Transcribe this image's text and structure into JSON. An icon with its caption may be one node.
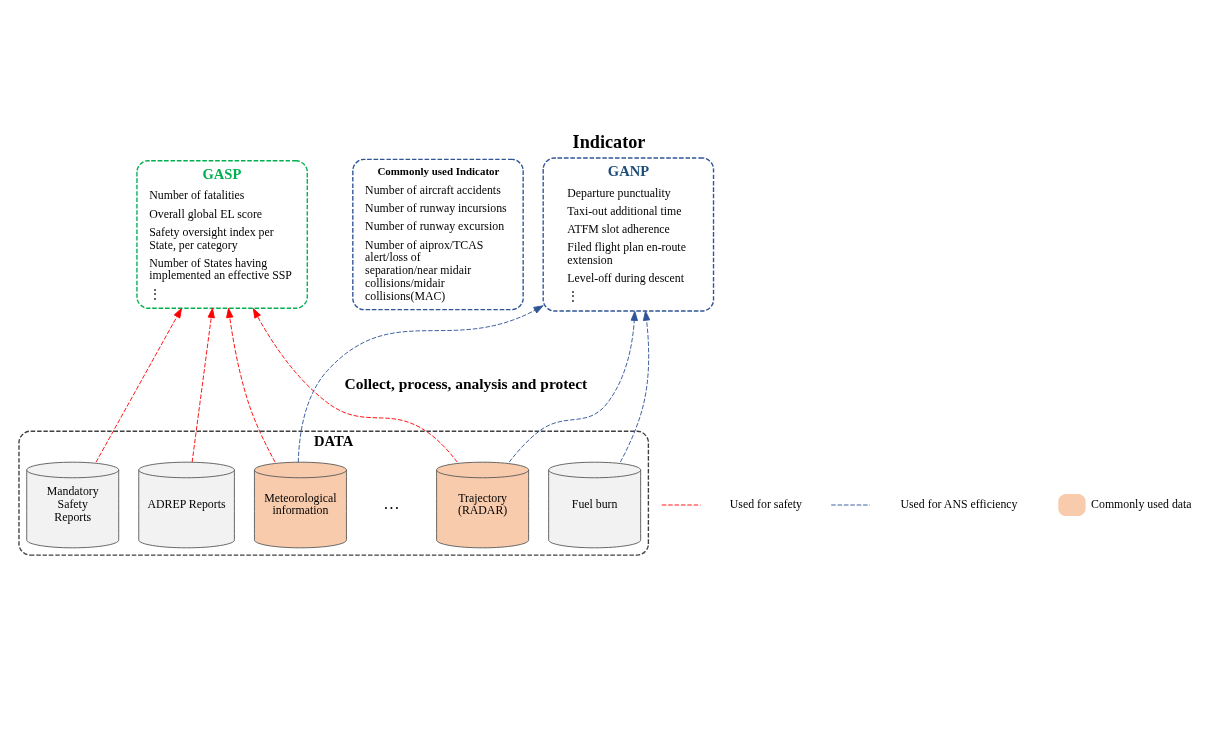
{
  "diagram": {
    "title": "Indicator",
    "nodes": [
      {
        "text": [
          "GASP",
          "Number of fatalities",
          "Overall global EL score",
          "Safety oversight index per State, per category",
          "Number of States having implemented an effective SSP",
          "⋮"
        ]
      },
      {
        "text": [
          "Commonly used Indicator",
          "Number of aircraft accidents",
          "Number of runway incursions",
          "Number of runway excursion",
          "Number of aiprox/TCAS alert/loss of separation/near midair collisions/midair collisions(MAC)"
        ]
      },
      {
        "text": [
          "GANP",
          "Departure punctuality",
          "Taxi-out additional time",
          "ATFM slot adherence",
          "Filed flight plan en-route extension",
          "Level-off during descent",
          "⋮"
        ]
      },
      {
        "text": [
          "DATA"
        ]
      },
      {
        "text": [
          "Mandatory Safety Reports"
        ],
        "in": 3
      },
      {
        "text": [
          "ADREP Reports"
        ],
        "in": 3
      },
      {
        "text": [
          "Trajectory (RADAR)"
        ],
        "in": 3
      },
      {
        "text": [
          "Meteorological information"
        ],
        "in": 3
      },
      {
        "text": [
          "Fuel burn"
        ],
        "in": 3
      }
    ],
    "edges": [
      {
        "from": 4,
        "to": 0,
        "arrow": "to",
        "style": "dashed",
        "color": "#ff0000"
      },
      {
        "from": 5,
        "to": 0,
        "arrow": "to",
        "style": "dashed",
        "color": "#ff0000"
      },
      {
        "from": 6,
        "to": 0,
        "arrow": "to",
        "style": "dashed",
        "color": "#ff0000"
      },
      {
        "from": 7,
        "to": 0,
        "arrow": "to",
        "style": "dashed",
        "color": "#ff0000"
      },
      {
        "from": 6,
        "to": 2,
        "arrow": "to",
        "style": "dashed",
        "color": "#2f5597"
      },
      {
        "from": 7,
        "to": 2,
        "arrow": "to",
        "style": "dashed",
        "color": "#2f5597"
      },
      {
        "from": 8,
        "to": 2,
        "arrow": "to",
        "style": "dashed",
        "color": "#2f5597"
      }
    ],
    "labels": [
      "Collect, process, analysis and protect",
      "…"
    ],
    "legend": [
      {
        "text": "Used for safety"
      },
      {
        "text": "Used for ANS efficiency"
      },
      {
        "text": "Commonly used data",
        "color": "#f8cbad"
      }
    ]
  }
}
